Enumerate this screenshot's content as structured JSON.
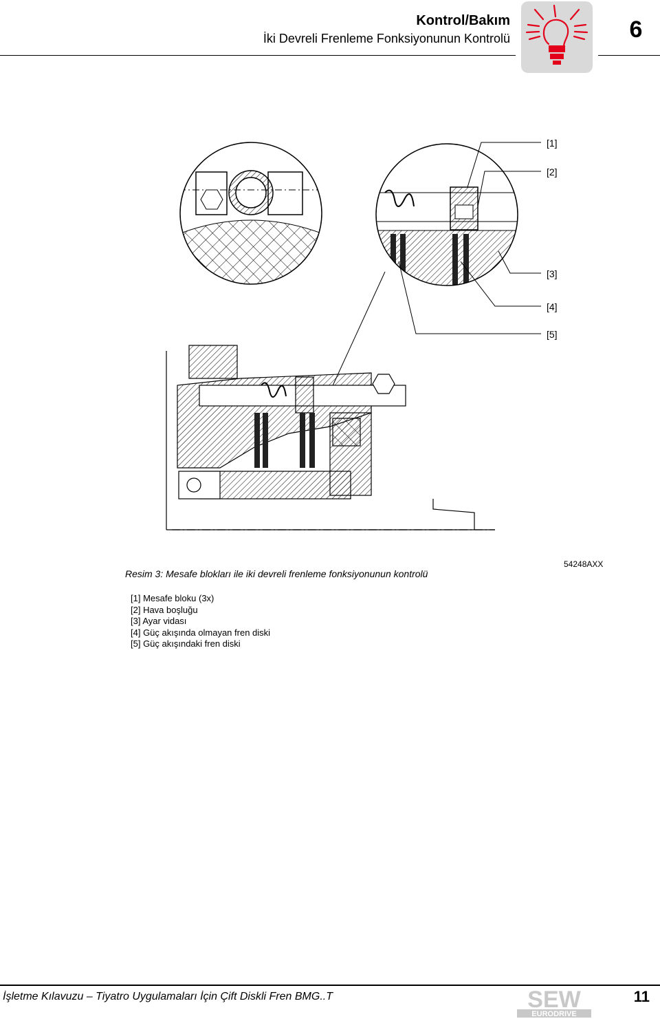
{
  "header": {
    "title": "Kontrol/Bakım",
    "subtitle": "İki Devreli Frenleme Fonksiyonunun Kontrolü",
    "chapter_number": "6",
    "icon": "lightbulb-icon",
    "icon_color": "#e2001a"
  },
  "figure": {
    "callouts": [
      "[1]",
      "[2]",
      "[3]",
      "[4]",
      "[5]"
    ],
    "caption": "Resim 3: Mesafe blokları ile iki devreli frenleme fonksiyonunun kontrolü",
    "figure_code": "54248AXX"
  },
  "legend": [
    "[1] Mesafe bloku (3x)",
    "[2] Hava boşluğu",
    "[3] Ayar vidası",
    "[4] Güç akışında olmayan fren diski",
    "[5] Güç akışındaki fren diski"
  ],
  "footer": {
    "text": "İşletme Kılavuzu – Tiyatro Uygulamaları İçin Çift Diskli Fren BMG..T",
    "logo_main": "SEW",
    "logo_sub": "EURODRIVE",
    "page_number": "11"
  }
}
